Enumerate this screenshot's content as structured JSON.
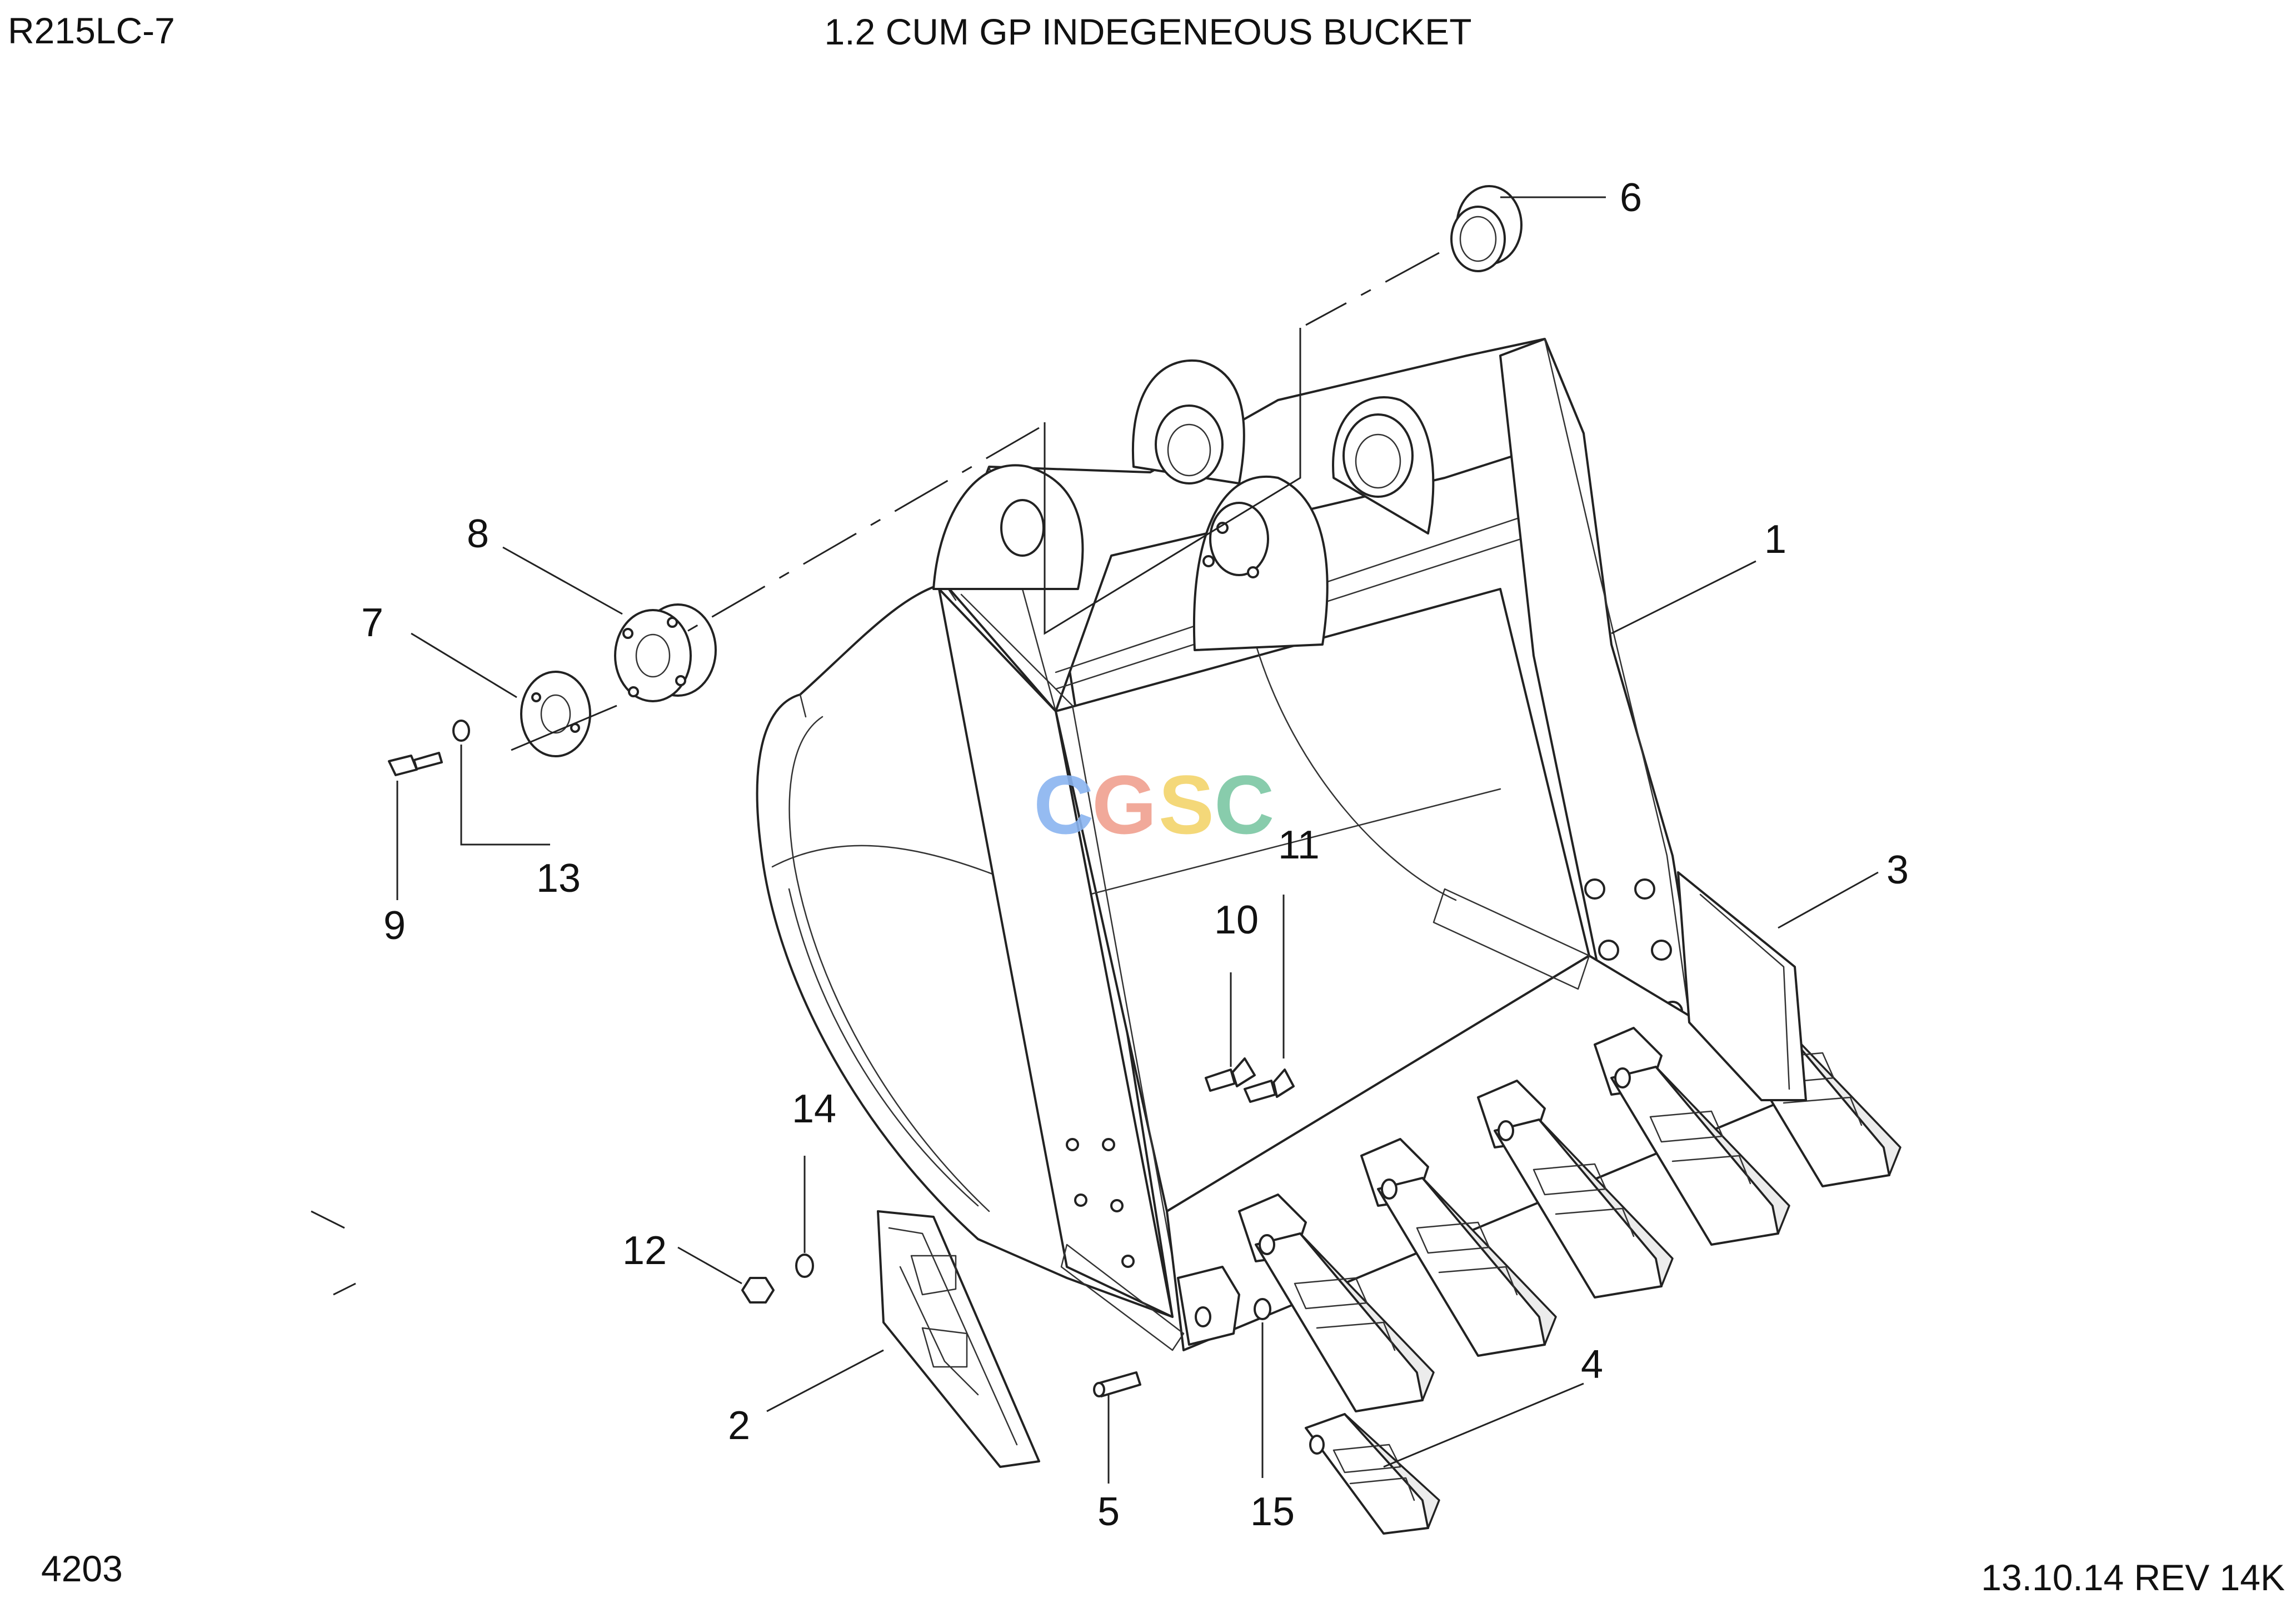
{
  "header": {
    "model": "R215LC-7",
    "title": "1.2 CUM GP INDEGENEOUS BUCKET"
  },
  "footer": {
    "sheet_number": "4203",
    "revision": "13.10.14 REV 14K"
  },
  "watermark": {
    "letters": [
      "C",
      "G",
      "S",
      "C"
    ],
    "colors": [
      "#8ab4f0",
      "#f0a090",
      "#f3d46b",
      "#7cc7a4"
    ]
  },
  "callouts": [
    "1",
    "2",
    "3",
    "4",
    "5",
    "6",
    "7",
    "8",
    "9",
    "10",
    "11",
    "12",
    "13",
    "14",
    "15"
  ],
  "colors": {
    "line": "#222222",
    "background": "#ffffff"
  }
}
